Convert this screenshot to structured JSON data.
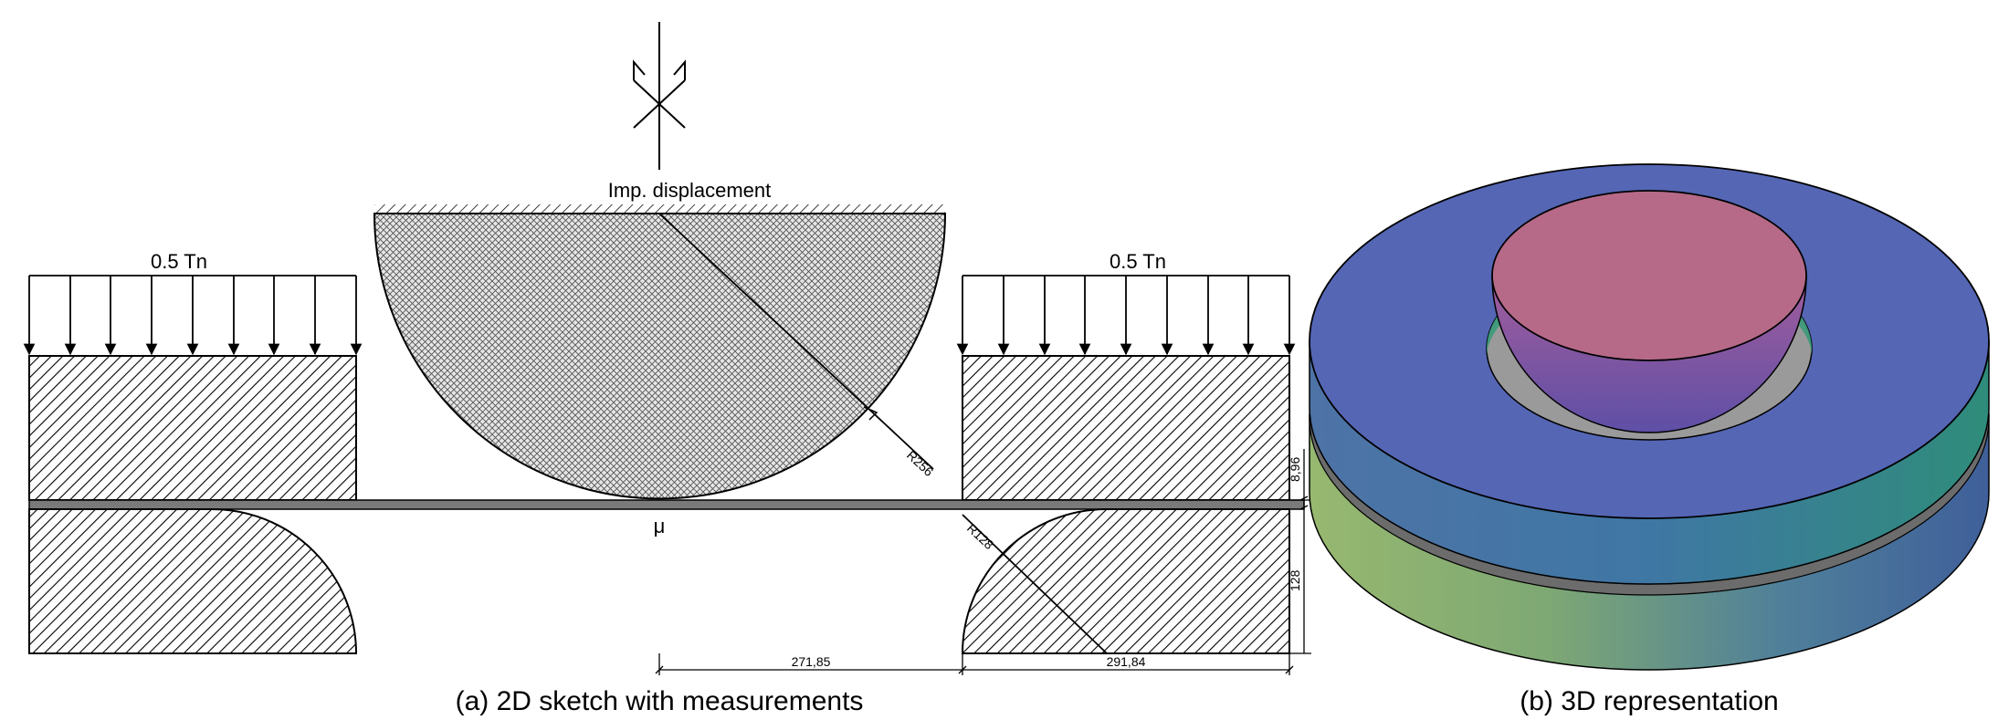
{
  "sketch": {
    "load_left": "0.5 Tn",
    "load_right": "0.5 Tn",
    "imposed_displacement": "Imp. displacement",
    "friction_symbol": "μ",
    "radius_top": "R256",
    "radius_bottom": "R128",
    "thickness": "8,96",
    "lower_height": "128",
    "dim_inner": "271,85",
    "dim_outer": "291,84"
  },
  "captions": {
    "a": "(a) 2D sketch with measurements",
    "b": "(b) 3D representation"
  },
  "colors": {
    "plate": "#7a7a7a",
    "disk_top": "#5566b5",
    "punch_top": "#b66a88",
    "disk_side_left": "#8fb06e",
    "disk_side_right": "#3f6fa0"
  }
}
